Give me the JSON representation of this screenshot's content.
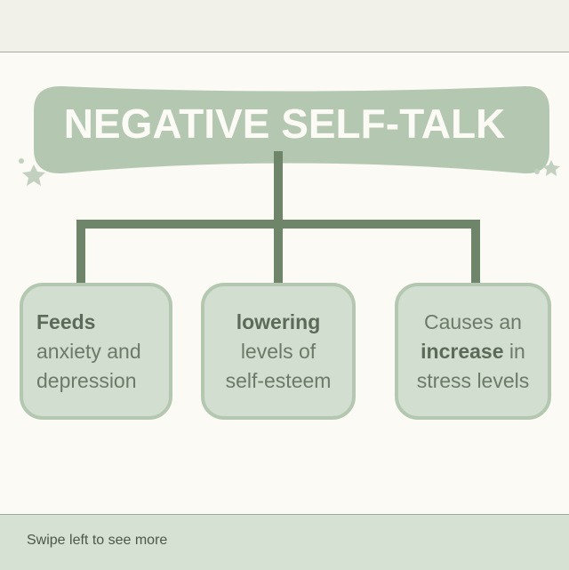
{
  "title": "NEGATIVE SELF-TALK",
  "boxes": [
    {
      "line1": "Feeds",
      "line2": "anxiety and",
      "line3": "depression"
    },
    {
      "line1": "lowering",
      "line2": "levels of",
      "line3": "self-esteem"
    },
    {
      "line1_a": "Causes an",
      "line2_bold": "increase",
      "line2_rest": " in",
      "line3": "stress levels"
    }
  ],
  "footer": {
    "text": "Swipe left to see more"
  },
  "colors": {
    "banner": "#b4c8b1",
    "connector": "#6f8569",
    "box_fill": "#d2dfd0",
    "box_border": "#b4c8b1",
    "footer": "#d6e1d3"
  }
}
